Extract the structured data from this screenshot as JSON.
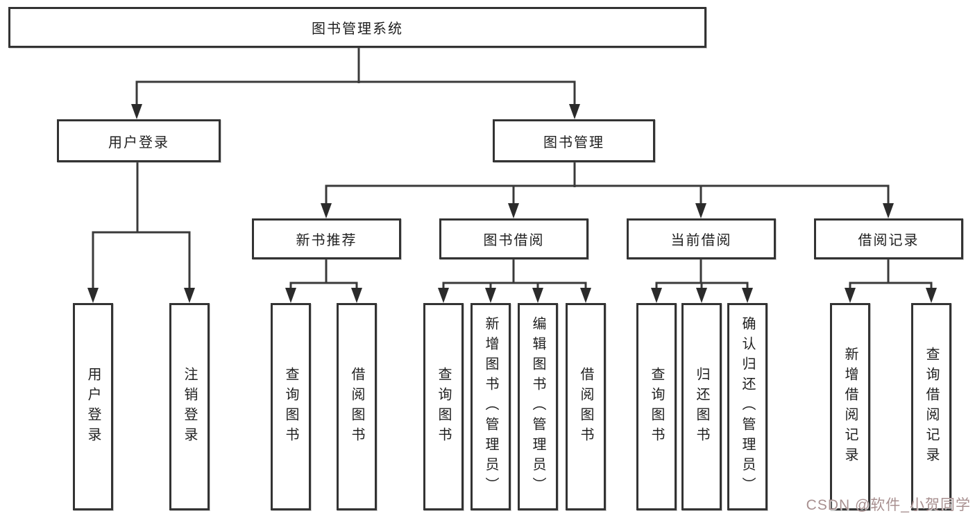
{
  "diagram": {
    "watermark": "CSDN @软件_小贺同学",
    "colors": {
      "line": "#3a3a3a",
      "arrow": "#2b2b2b",
      "box_border": "#333333",
      "box_fill": "#ffffff",
      "text": "#1f1f1f",
      "watermark": "#a89090"
    },
    "tree": {
      "label": "图书管理系统",
      "children": [
        {
          "label": "用户登录",
          "children": [
            {
              "label": "用户登录"
            },
            {
              "label": "注销登录"
            }
          ]
        },
        {
          "label": "图书管理",
          "children": [
            {
              "label": "新书推荐",
              "children": [
                {
                  "label": "查询图书"
                },
                {
                  "label": "借阅图书"
                }
              ]
            },
            {
              "label": "图书借阅",
              "children": [
                {
                  "label": "查询图书"
                },
                {
                  "label": "新增图书（管理员）"
                },
                {
                  "label": "编辑图书（管理员）"
                },
                {
                  "label": "借阅图书"
                }
              ]
            },
            {
              "label": "当前借阅",
              "children": [
                {
                  "label": "查询图书"
                },
                {
                  "label": "归还图书"
                },
                {
                  "label": "确认归还（管理员）"
                }
              ]
            },
            {
              "label": "借阅记录",
              "children": [
                {
                  "label": "新增借阅记录"
                },
                {
                  "label": "查询借阅记录"
                }
              ]
            }
          ]
        }
      ]
    }
  }
}
